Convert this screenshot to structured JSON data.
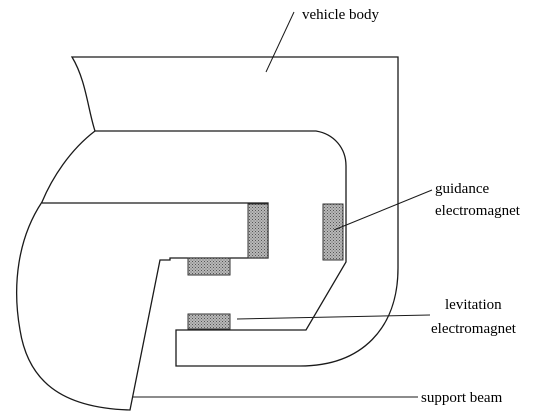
{
  "labels": {
    "vehicle_body": "vehicle body",
    "guidance_line1": "guidance",
    "guidance_line2": "electromagnet",
    "levitation_line1": "levitation",
    "levitation_line2": "electromagnet",
    "support_beam": "support beam"
  },
  "colors": {
    "line": "#1a1a1a",
    "magnet_fill": "#9a9a9a",
    "background": "#ffffff"
  }
}
